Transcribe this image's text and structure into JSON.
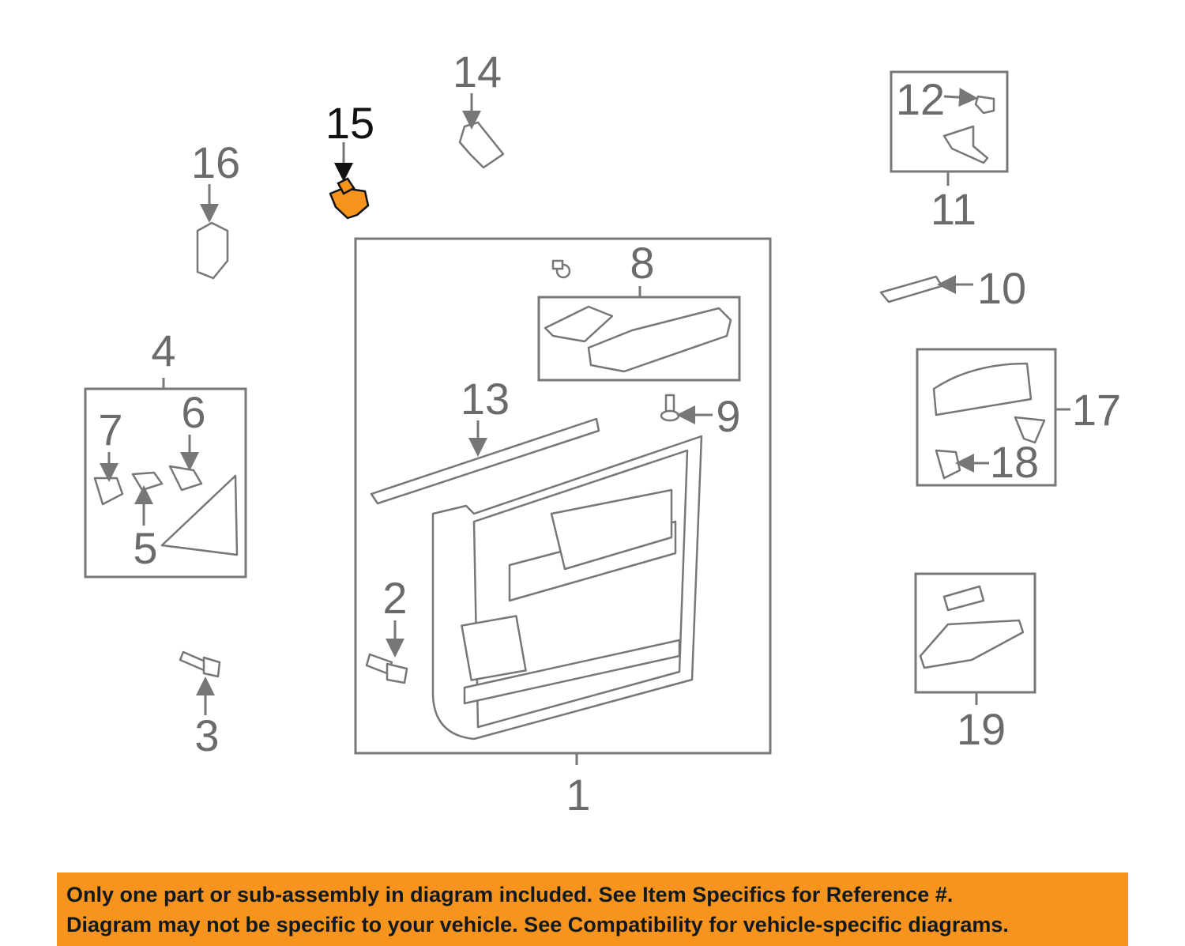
{
  "diagram": {
    "highlight_color": "#f7941d",
    "highlighted_part": "15",
    "callouts": {
      "c1": "1",
      "c2": "2",
      "c3": "3",
      "c4": "4",
      "c5": "5",
      "c6": "6",
      "c7": "7",
      "c8": "8",
      "c9": "9",
      "c10": "10",
      "c11": "11",
      "c12": "12",
      "c13": "13",
      "c14": "14",
      "c15": "15",
      "c16": "16",
      "c17": "17",
      "c18": "18",
      "c19": "19"
    }
  },
  "notice": {
    "line1": "Only one part or sub-assembly in diagram included. See Item Specifics for Reference #.",
    "line2": "Diagram may not be specific to your vehicle. See Compatibility for vehicle-specific diagrams."
  }
}
